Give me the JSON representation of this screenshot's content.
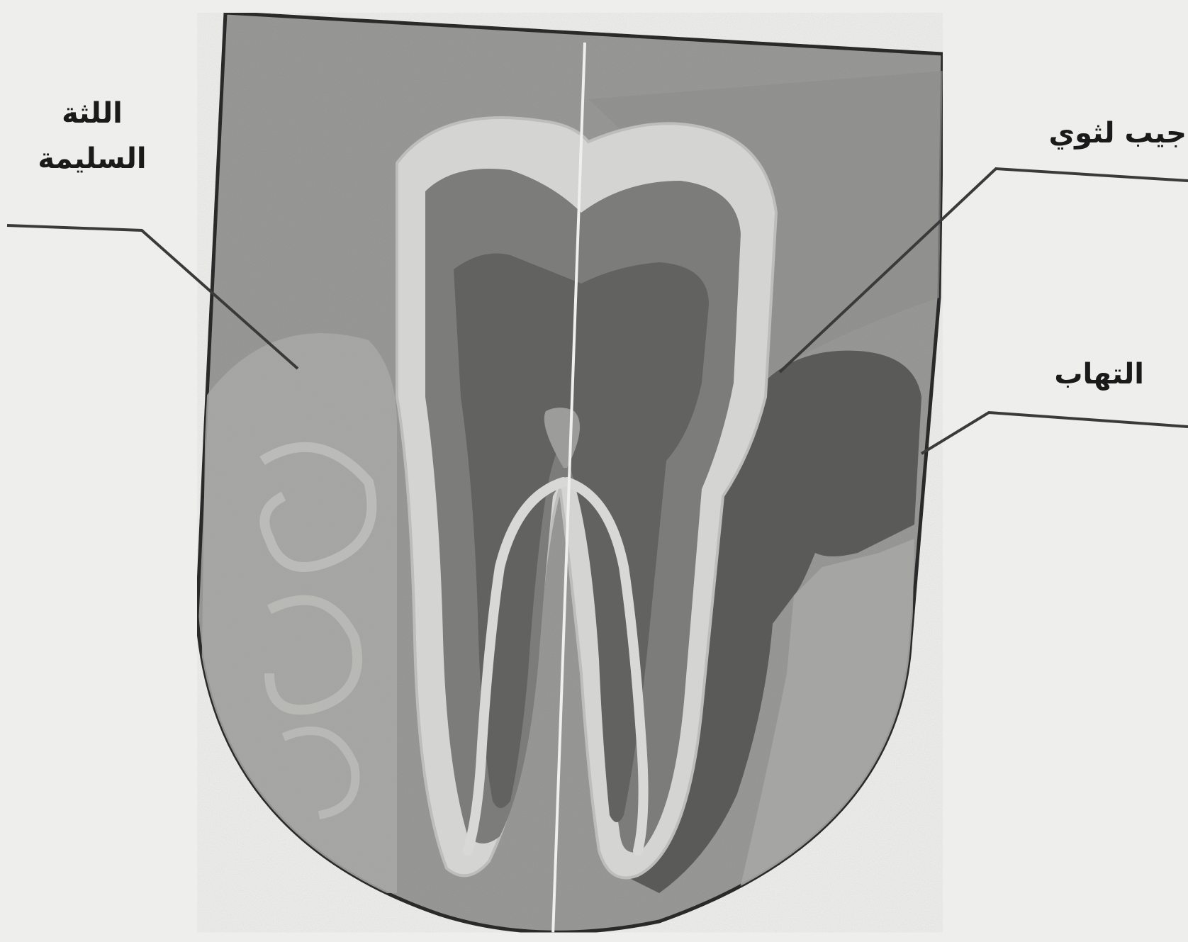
{
  "labels": {
    "healthy_gum_line1": "اللثة",
    "healthy_gum_line2": "السليمة",
    "gum_pocket": "جيب لثوي",
    "inflammation": "التهاب"
  },
  "colors": {
    "background": "#eeeeec",
    "shield_fill": "#9a9a98",
    "inflamed_tissue": "#565654",
    "tooth_outline": "#d8d8d6",
    "pulp": "#6a6a68",
    "leader_line": "#3a3a3a"
  }
}
